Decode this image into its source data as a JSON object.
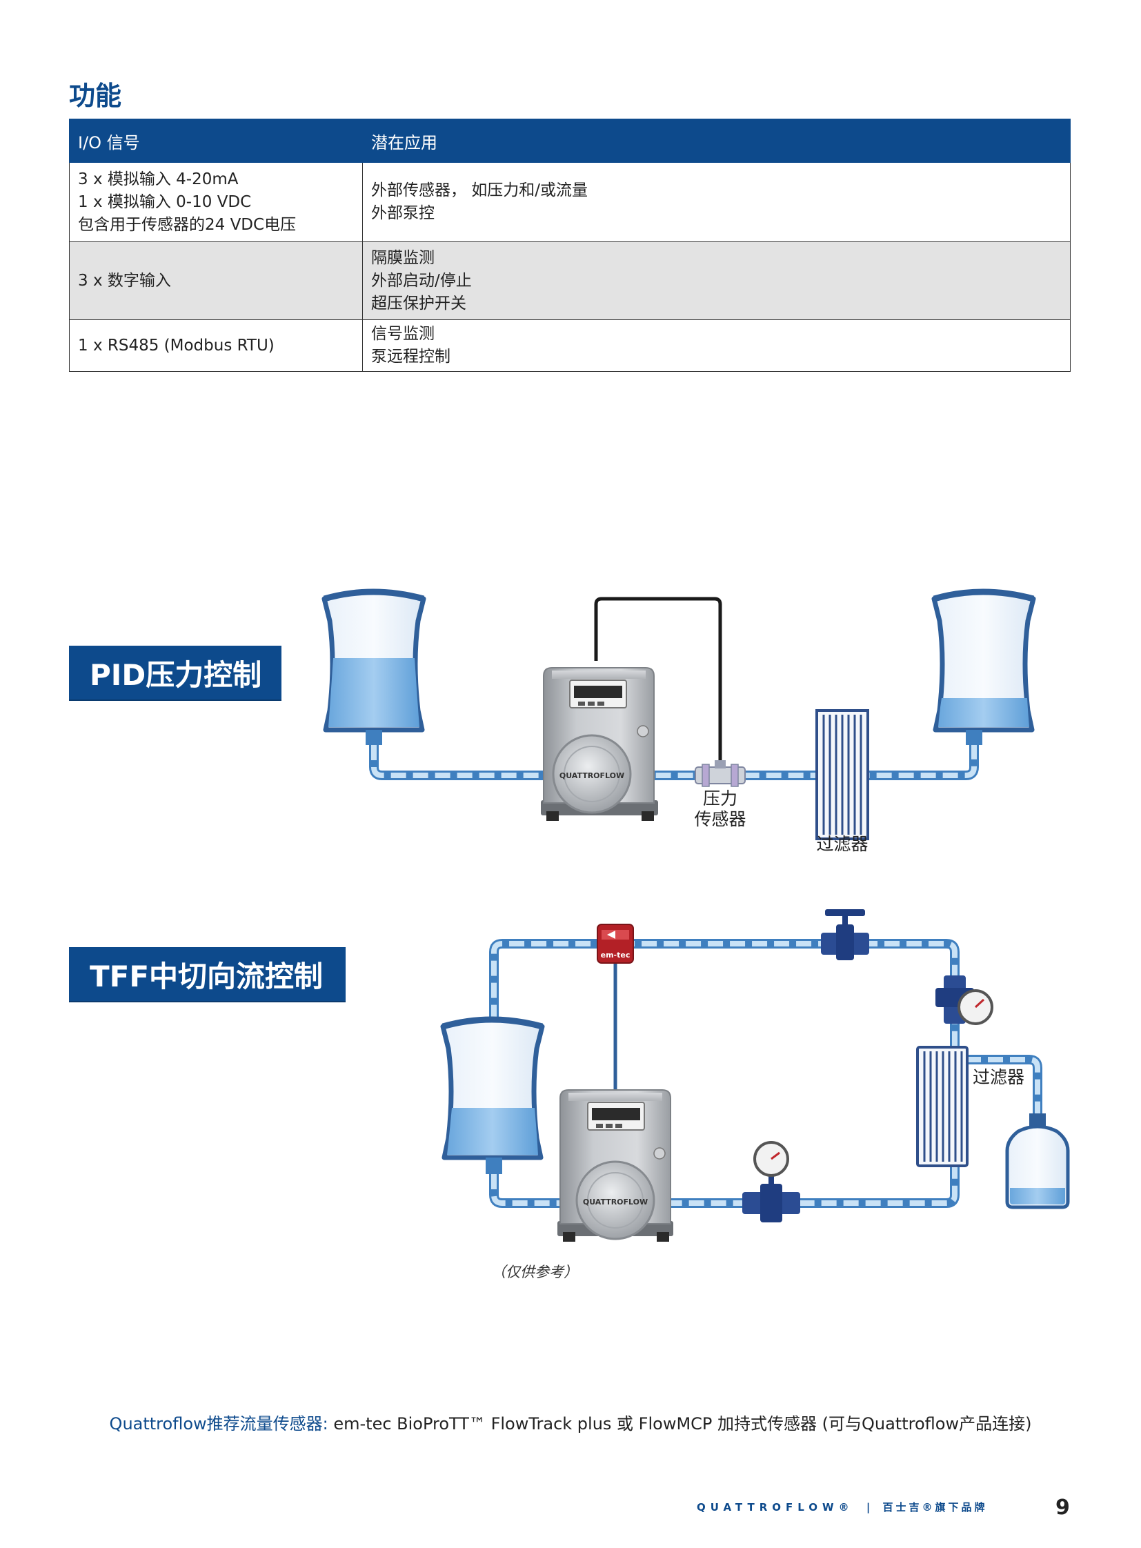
{
  "section_title": "功能",
  "table": {
    "headers": [
      "I/O 信号",
      "潜在应用"
    ],
    "rows": [
      {
        "signal": [
          "3 x 模拟输入 4-20mA",
          "1 x 模拟输入 0-10 VDC",
          "包含用于传感器的24 VDC电压"
        ],
        "application": [
          "外部传感器， 如压力和/或流量",
          "外部泵控"
        ]
      },
      {
        "signal": [
          "3 x 数字输入"
        ],
        "application": [
          "隔膜监测",
          "外部启动/停止",
          "超压保护开关"
        ]
      },
      {
        "signal": [
          "1 x RS485 (Modbus RTU)"
        ],
        "application": [
          "信号监测",
          "泵远程控制"
        ]
      }
    ]
  },
  "pid": {
    "title": "PID压力控制",
    "sensor_label": [
      "压力",
      "传感器"
    ],
    "filter_label": "过滤器",
    "pump_brand": "QUATTROFLOW"
  },
  "tff": {
    "title": "TFF中切向流控制",
    "filter_label": "过滤器",
    "pump_brand": "QUATTROFLOW",
    "flow_sensor_brand": "em-tec"
  },
  "note": "（仅供参考）",
  "sensor_recommendation": {
    "lead": "Quattroflow推荐流量传感器:",
    "text": " em-tec BioProTT™ FlowTrack plus 或 FlowMCP 加持式传感器 (可与Quattroflow产品连接)"
  },
  "footer": {
    "brand": "QUATTROFLOW®",
    "separator": "|",
    "parent": "百士吉®旗下品牌",
    "page_number": "9"
  },
  "colors": {
    "brand_blue": "#0d4a8c",
    "row_shade": "#e3e3e3",
    "liquid": "#7fb6e6",
    "tube": "#9fcaea"
  }
}
